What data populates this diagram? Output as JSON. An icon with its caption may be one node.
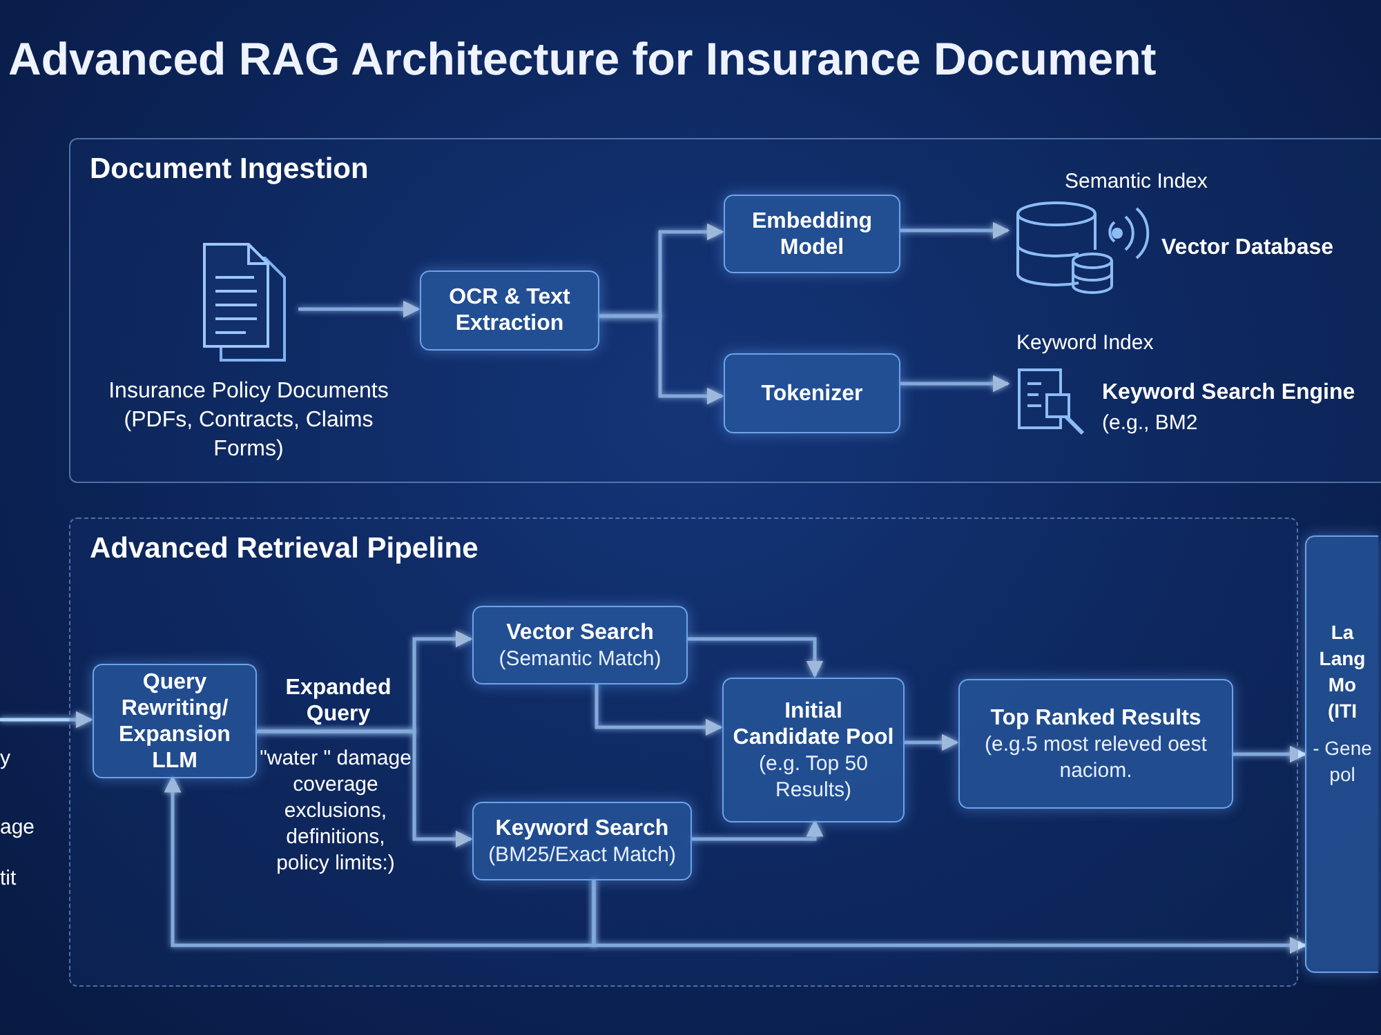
{
  "diagram": {
    "title": "Advanced RAG Architecture for Insurance Document",
    "nodes": [
      {
        "text": [
          "Document Ingestion"
        ]
      },
      {
        "text": [
          "Insurance Policy Documents (PDFs, Contracts, Claims Forms)"
        ],
        "in": 0
      },
      {
        "text": [
          "OCR & Text Extraction"
        ],
        "in": 0
      },
      {
        "text": [
          "Embedding Model"
        ],
        "in": 0
      },
      {
        "text": [
          "Tokenizer"
        ],
        "in": 0
      },
      {
        "text": [
          "Semantic Index",
          "Vector Database"
        ],
        "in": 0
      },
      {
        "text": [
          "Keyword Index",
          "Keyword Search Engine",
          "(e.g., BM2"
        ],
        "in": 0
      },
      {
        "text": [
          "Advanced Retrieval Pipeline"
        ]
      },
      {
        "text": [
          "Query Rewriting/ Expansion LLM"
        ],
        "in": 7
      },
      {
        "text": [
          "Vector Search",
          "(Semantic Match)"
        ],
        "in": 7
      },
      {
        "text": [
          "Keyword Search",
          "(BM25/Exact Match)"
        ],
        "in": 7
      },
      {
        "text": [
          "Initial Candidate Pool",
          "(e.g. Top 50 Results)"
        ],
        "in": 7
      },
      {
        "text": [
          "Top Ranked Results",
          "(e.g.5 most releved oest naciom."
        ],
        "in": 7
      },
      {
        "text": [
          "La Lang Mo (ITI",
          "- Gene pol"
        ]
      }
    ],
    "edges": [
      {
        "from": 1,
        "to": 2,
        "arrow": "to"
      },
      {
        "from": 2,
        "to": 3,
        "arrow": "to"
      },
      {
        "from": 2,
        "to": 4,
        "arrow": "to"
      },
      {
        "from": 3,
        "to": 5,
        "arrow": "to"
      },
      {
        "from": 4,
        "to": 6,
        "arrow": "to"
      },
      {
        "from": null,
        "to": 8,
        "arrow": "to"
      },
      {
        "from": 8,
        "to": 9,
        "arrow": "to"
      },
      {
        "from": 8,
        "to": 10,
        "arrow": "to"
      },
      {
        "from": 9,
        "to": 11,
        "arrow": "to"
      },
      {
        "from": 9,
        "to": 11,
        "arrow": "to"
      },
      {
        "from": 10,
        "to": 11,
        "arrow": "to"
      },
      {
        "from": 11,
        "to": 12,
        "arrow": "to"
      },
      {
        "from": 12,
        "to": 13,
        "arrow": "to"
      },
      {
        "from": 10,
        "to": 13,
        "arrow": "to"
      },
      {
        "from": 10,
        "to": 8,
        "arrow": "to"
      }
    ],
    "labels": [
      "Expanded Query",
      "\"water \" damage coverage exclusions, definitions, policy limits:)",
      "y",
      "age",
      "tit"
    ]
  }
}
